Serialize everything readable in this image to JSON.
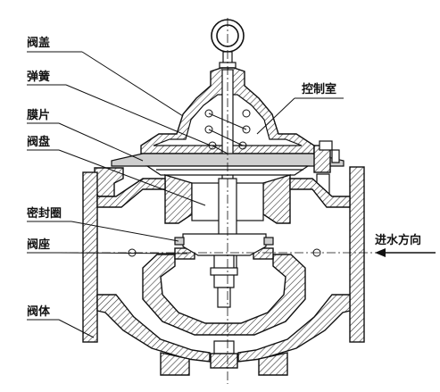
{
  "diagram": {
    "labels": {
      "bonnet": "阀盖",
      "spring": "弹簧",
      "diaphragm": "膜片",
      "disc": "阀盘",
      "seal_ring": "密封圈",
      "seat": "阀座",
      "body": "阀体",
      "control_chamber": "控制室",
      "inflow_direction": "进水方向"
    }
  }
}
